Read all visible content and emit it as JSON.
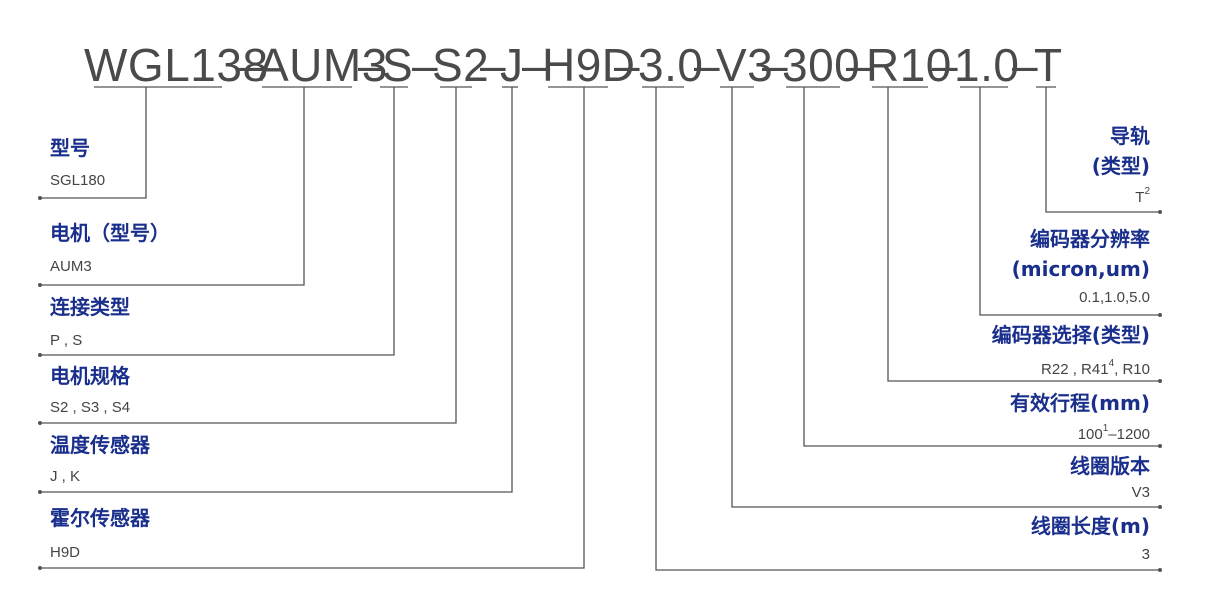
{
  "code": {
    "segments": [
      "WGL138",
      "–",
      "AUM3",
      "–",
      "S",
      "–",
      "S2",
      "–",
      "J",
      "–",
      "H9D",
      "–",
      "3.0",
      "–",
      "V3",
      "–",
      "300",
      "–",
      "R10",
      "–",
      "1.0",
      "–",
      "T"
    ]
  },
  "left_items": [
    {
      "label": "型号",
      "value": "SGL180"
    },
    {
      "label": "电机（型号）",
      "value": "AUM3"
    },
    {
      "label": "连接类型",
      "value": "P , S"
    },
    {
      "label": "电机规格",
      "value": "S2 , S3 , S4"
    },
    {
      "label": "温度传感器",
      "value": "J , K"
    },
    {
      "label": "霍尔传感器",
      "value": "H9D"
    }
  ],
  "right_items": [
    {
      "label_line1": "导轨",
      "label_line2": "(类型)",
      "value": "T",
      "value_sup": "2"
    },
    {
      "label_line1": "编码器分辨率",
      "label_line2": "(micron,um)",
      "value": "0.1,1.0,5.0"
    },
    {
      "label": "编码器选择(类型)",
      "value_a": "R22 , R41",
      "value_sup": "4",
      "value_b": ", R10"
    },
    {
      "label": "有效行程(mm)",
      "value_a": "100",
      "value_sup": "1",
      "value_b": "–1200"
    },
    {
      "label": "线圈版本",
      "value": "V3"
    },
    {
      "label": "线圈长度(m)",
      "value": "3"
    }
  ],
  "colors": {
    "label": "#1a2f8c",
    "value": "#444444",
    "line": "#555555",
    "code": "#4a4a4a"
  }
}
